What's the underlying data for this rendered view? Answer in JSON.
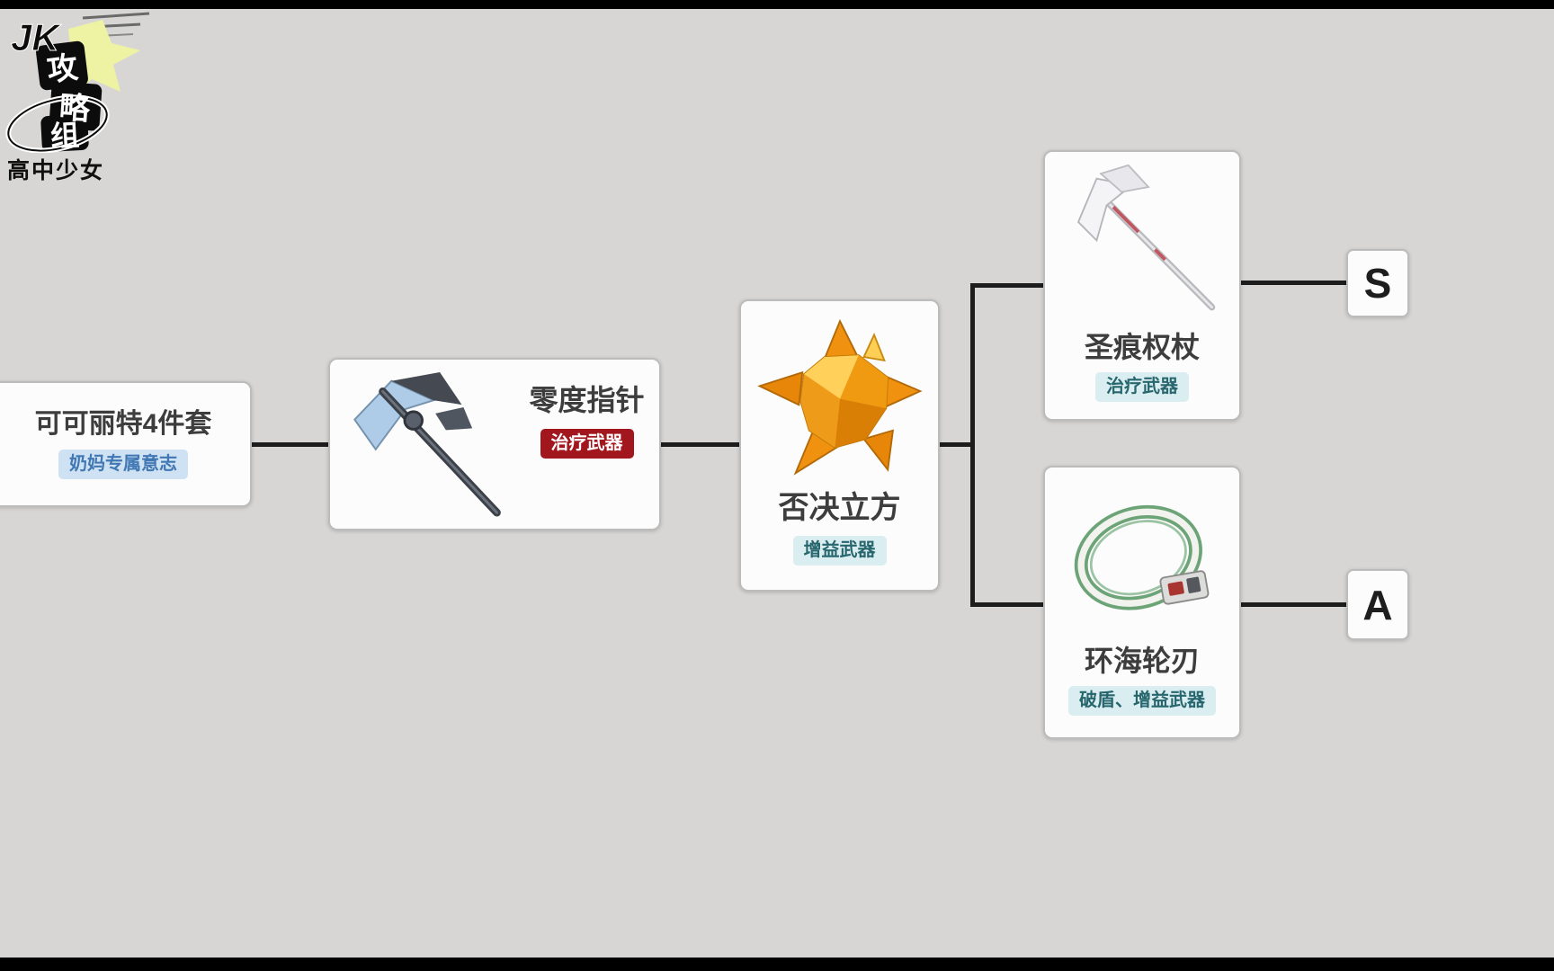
{
  "page": {
    "background": "#d7d6d4",
    "letterbox": "#000000"
  },
  "logo": {
    "jk": "JK",
    "group_name": "攻略组",
    "chars": [
      "攻",
      "略",
      "组"
    ],
    "caption": "高中少女"
  },
  "flow": {
    "node_set": {
      "title": "可可丽特4件套",
      "badge": "奶妈专属意志"
    },
    "node_zero": {
      "title": "零度指针",
      "badge": "治疗武器"
    },
    "node_cube": {
      "title": "否决立方",
      "badge": "增益武器"
    },
    "node_staff": {
      "title": "圣痕权杖",
      "badge": "治疗武器"
    },
    "node_ring": {
      "title": "环海轮刃",
      "badge": "破盾、增益武器"
    },
    "tier_s": "S",
    "tier_a": "A"
  },
  "icons": {
    "node_zero": "scythe-weapon",
    "node_cube": "spiked-cube",
    "node_staff": "feather-staff",
    "node_ring": "ring-blade"
  },
  "colors": {
    "page_bg": "#d7d6d4",
    "line": "#1d1d1d",
    "badge_blue_bg": "#cfe2f3",
    "badge_blue_text": "#4178b4",
    "badge_red_bg": "#a2161d",
    "badge_red_text": "#ffffff",
    "badge_cyan_bg": "#daeef1",
    "badge_cyan_text": "#28666e"
  }
}
